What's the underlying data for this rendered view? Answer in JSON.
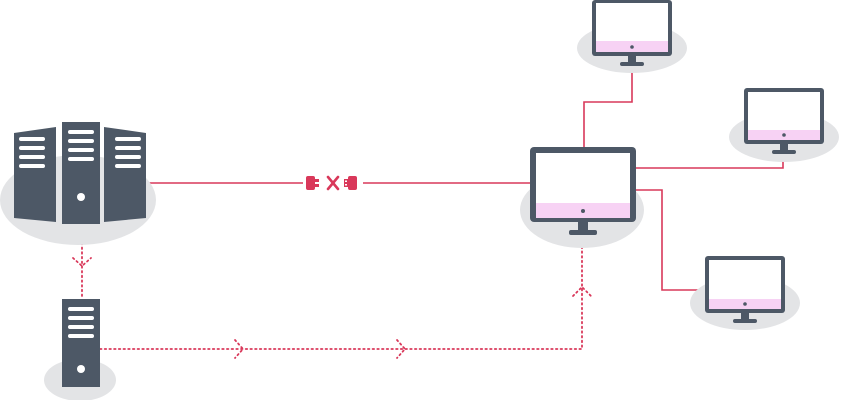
{
  "diagram": {
    "colors": {
      "link": "#d9385a",
      "device": "#4d5866",
      "screen_strip": "#f7d2f4",
      "shadow": "#e3e4e6",
      "slot": "#ffffff"
    },
    "icons": {
      "server_cluster": "server-cluster-icon",
      "backup_server": "backup-server-icon",
      "disconnected_plug": "disconnected-plug-icon",
      "central_monitor": "monitor-icon",
      "client_monitor": "monitor-icon",
      "flow_arrow": "chevron-arrow-icon"
    },
    "nodes": [
      {
        "id": "server-cluster",
        "type": "server-cluster"
      },
      {
        "id": "backup-server",
        "type": "server"
      },
      {
        "id": "central-workstation",
        "type": "monitor"
      },
      {
        "id": "client-1",
        "type": "monitor"
      },
      {
        "id": "client-2",
        "type": "monitor"
      },
      {
        "id": "client-3",
        "type": "monitor"
      }
    ],
    "links": [
      {
        "from": "server-cluster",
        "to": "central-workstation",
        "style": "solid",
        "state": "disconnected"
      },
      {
        "from": "server-cluster",
        "to": "backup-server",
        "style": "dotted"
      },
      {
        "from": "backup-server",
        "to": "central-workstation",
        "style": "dotted"
      },
      {
        "from": "central-workstation",
        "to": "client-1",
        "style": "solid"
      },
      {
        "from": "central-workstation",
        "to": "client-2",
        "style": "solid"
      },
      {
        "from": "central-workstation",
        "to": "client-3",
        "style": "solid"
      }
    ]
  }
}
